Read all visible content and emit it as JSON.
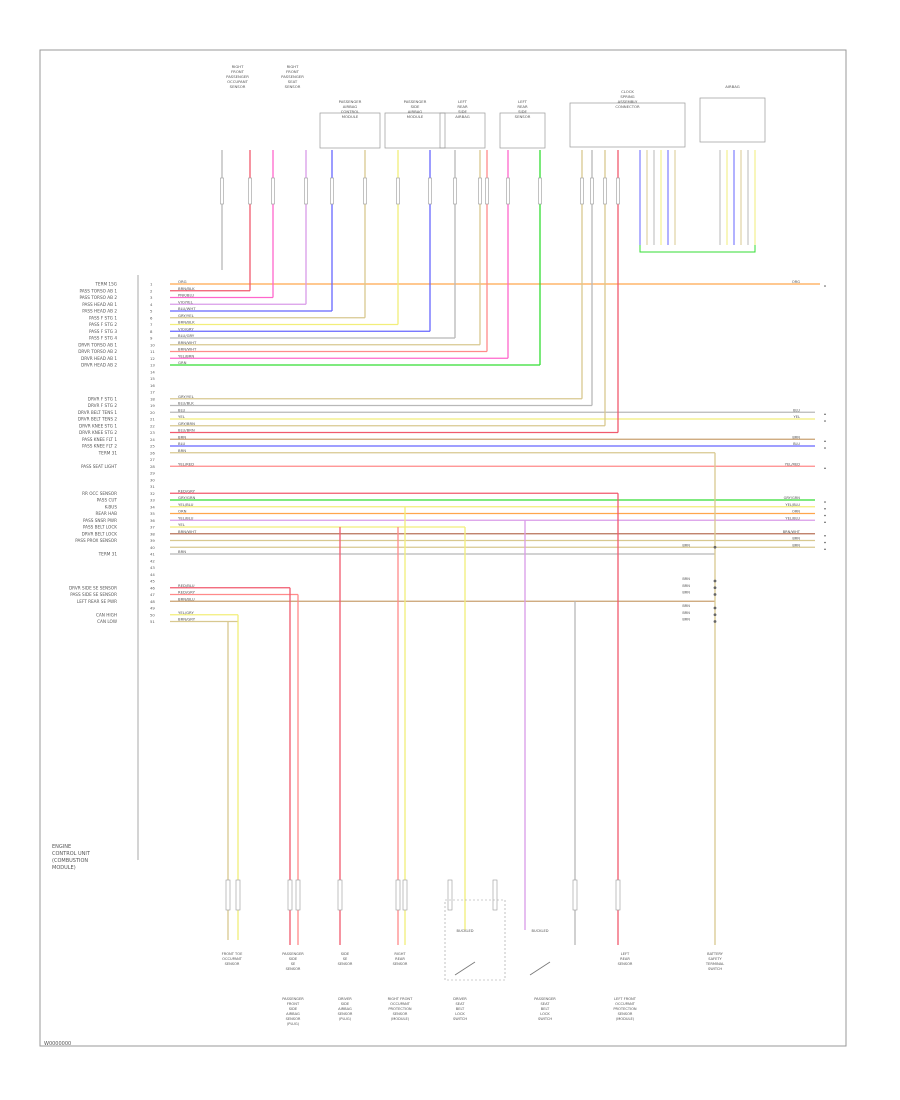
{
  "module": {
    "title_lines": [
      "ENGINE",
      "CONTROL UNIT",
      "(COMBUSTION",
      "MODULE)"
    ]
  },
  "footer": {
    "code": "W0000000"
  },
  "top_components": [
    {
      "id": "c1",
      "lines": [
        "RIGHT",
        "FRONT",
        "PASSENGER",
        "OCCUPANT",
        "SENSOR"
      ]
    },
    {
      "id": "c2",
      "lines": [
        "RIGHT",
        "FRONT",
        "PASSENGER",
        "SEAT",
        "SENSOR"
      ]
    },
    {
      "id": "c3",
      "lines": [
        "PASSENGER",
        "AIRBAG",
        "CONTROL",
        "MODULE"
      ]
    },
    {
      "id": "c4",
      "lines": [
        "PASSENGER",
        "SIDE",
        "AIRBAG",
        "MODULE"
      ]
    },
    {
      "id": "c5",
      "lines": [
        "LEFT",
        "REAR",
        "SIDE",
        "AIRBAG"
      ]
    },
    {
      "id": "c6",
      "lines": [
        "LEFT",
        "REAR",
        "SIDE",
        "SENSOR"
      ]
    },
    {
      "id": "c7",
      "lines": [
        "CLOCK",
        "SPRING",
        "ASSEMBLY",
        "CONNECTOR"
      ]
    },
    {
      "id": "c8",
      "lines": [
        "AIRBAG"
      ]
    }
  ],
  "pin_labels": [
    "TERM 15G",
    "PASS TORSO AB 1",
    "PASS TORSO AB 2",
    "PASS HEAD AB 1",
    "PASS HEAD AB 2",
    "PASS F STG 1",
    "PASS F STG 2",
    "PASS F STG 3",
    "PASS F STG 4",
    "DRVR TORSO AB 1",
    "DRVR TORSO AB 2",
    "DRVR HEAD AB 1",
    "DRVR HEAD AB 2",
    "",
    "",
    "",
    "",
    "DRVR F STG 1",
    "DRVR F STG 2",
    "DRVR BELT TENS 1",
    "DRVR BELT TENS 2",
    "DRVR KNEE STG 1",
    "DRVR KNEE STG 2",
    "PASS KNEE FLT 1",
    "PASS KNEE FLT 2",
    "TERM 31",
    "",
    "PASS SEAT LIGHT",
    "",
    "",
    "",
    "RR OCC SENSOR",
    "PASS CUT",
    "K-BUS",
    "REAR HAB",
    "PASS SNSR PWR",
    "PASS BELT LOCK",
    "DRVR BELT LOCK",
    "PASS PROX SENSOR",
    "",
    "TERM 31",
    "",
    "",
    "",
    "",
    "DRVR SIDE SE SENSOR",
    "PASS SIDE SE SENSOR",
    "LEFT REAR SE PWR",
    "",
    "CAN HIGH",
    "CAN LOW"
  ],
  "wire_codes": [
    "ORG",
    "BRN/BLK",
    "PNK/BLU",
    "VIO/YEL",
    "BLU/WHT",
    "GRY/YEL",
    "BRN/BLK",
    "VIO/GRY",
    "BLU/GRY",
    "BRN/WHT",
    "BRN/WHT",
    "YEL/BRN",
    "GRN",
    "",
    "",
    "",
    "",
    "GRY/YEL",
    "BLU/BLK",
    "BLU",
    "YEL",
    "GRY/BRN",
    "BLU/BRN",
    "BRN",
    "BLU",
    "BRN",
    "",
    "YEL/RED",
    "",
    "",
    "",
    "RED/GRY",
    "GRY/GRN",
    "YEL/BLU",
    "ORN",
    "YEL/BLU",
    "YEL",
    "BRN/WHT",
    "",
    "",
    "BRN",
    "",
    "",
    "",
    "",
    "RED/BLU",
    "RED/GRY",
    "BRN/BLU",
    "",
    "YEL/GRY",
    "BRN/GRY"
  ],
  "right_tags": [
    {
      "row": 0,
      "text": "ORG"
    },
    {
      "row": 19,
      "text": "BLU"
    },
    {
      "row": 20,
      "text": "YEL"
    },
    {
      "row": 23,
      "text": "BRN"
    },
    {
      "row": 24,
      "text": "BLU"
    },
    {
      "row": 27,
      "text": "YEL/RED"
    },
    {
      "row": 32,
      "text": "GRY/GRN"
    },
    {
      "row": 33,
      "text": "YEL/BLU"
    },
    {
      "row": 34,
      "text": "ORN"
    },
    {
      "row": 35,
      "text": "YEL/BLU"
    },
    {
      "row": 37,
      "text": "BRN/WHT"
    },
    {
      "row": 38,
      "text": "BRN"
    },
    {
      "row": 39,
      "text": "BRN"
    }
  ],
  "right_side_tags": [
    {
      "row": 40,
      "text": "BRN"
    },
    {
      "row": 45,
      "text": "BRN"
    },
    {
      "row": 46,
      "text": "BRN"
    },
    {
      "row": 47,
      "text": "BRN"
    },
    {
      "row": 49,
      "text": "BRN"
    },
    {
      "row": 50,
      "text": "BRN"
    },
    {
      "row": 51,
      "text": "BRN"
    }
  ],
  "bottom_components": [
    {
      "id": "b1",
      "lines": [
        "FRONT TOE",
        "OCCUPANT",
        "SENSOR"
      ]
    },
    {
      "id": "b2",
      "lines": [
        "PASSENGER",
        "SIDE",
        "SE",
        "SENSOR"
      ],
      "sub": [
        "PASSENGER",
        "FRONT",
        "SIDE",
        "AIRBAG",
        "SENSOR",
        "(PLUG)"
      ]
    },
    {
      "id": "b3",
      "lines": [
        "SIDE",
        "SE",
        "SENSOR"
      ],
      "sub": [
        "DRIVER",
        "SIDE",
        "AIRBAG",
        "SENSOR",
        "(PLUG)"
      ]
    },
    {
      "id": "b4",
      "lines": [
        "RIGHT",
        "REAR",
        "SENSOR"
      ],
      "sub": [
        "RIGHT FRONT",
        "OCCUPANT",
        "PROTECTION",
        "SENSOR",
        "(MODULE)"
      ]
    },
    {
      "id": "b5",
      "lines": [],
      "sub": [
        "DRIVER",
        "SEAT",
        "BELT",
        "LOCK",
        "SWITCH"
      ]
    },
    {
      "id": "b6",
      "lines": [],
      "sub": [
        "PASSENGER",
        "SEAT",
        "BELT",
        "LOCK",
        "SWITCH"
      ]
    },
    {
      "id": "b7",
      "lines": [
        "LEFT",
        "REAR",
        "SENSOR"
      ],
      "sub": [
        "LEFT FRONT",
        "OCCUPANT",
        "PROTECTION",
        "SENSOR",
        "(MODULE)"
      ]
    },
    {
      "id": "b8",
      "lines": [
        "BATTERY",
        "SAFETY",
        "TERMINAL",
        "SWITCH"
      ]
    }
  ],
  "switch_labels": [
    "BUCKLED",
    "BUCKLED"
  ],
  "colors": {
    "orange": "#ffa64d",
    "red": "#f05a6e",
    "pink": "#ff66cc",
    "blue": "#6666ff",
    "tan": "#d8c890",
    "yellow": "#f2ee7a",
    "green": "#33dd33",
    "gray": "#b8b8b8",
    "brown": "#c9a070",
    "brownRed": "#b8725a",
    "coral": "#ff8a8a",
    "violet": "#d99be8"
  }
}
